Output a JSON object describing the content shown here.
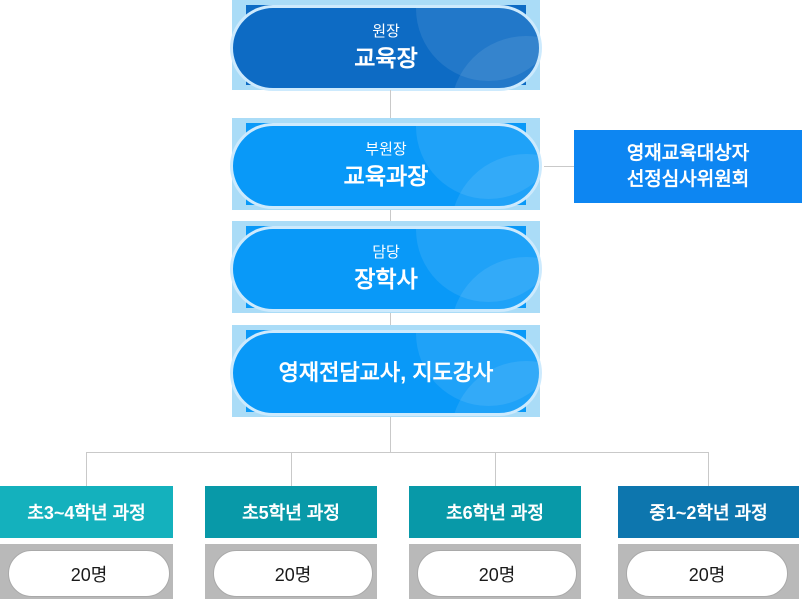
{
  "org_chart": {
    "nodes": [
      {
        "role": "원장",
        "title": "교육장",
        "color": "#0d6bc4"
      },
      {
        "role": "부원장",
        "title": "교육과장",
        "color": "#0999f8"
      },
      {
        "role": "담당",
        "title": "장학사",
        "color": "#0999f8"
      },
      {
        "role": "",
        "title": "영재전담교사, 지도강사",
        "color": "#0999f8"
      }
    ],
    "committee": {
      "line1": "영재교육대상자",
      "line2": "선정심사위원회",
      "color": "#0d86f2"
    },
    "courses": [
      {
        "name": "초3~4학년 과정",
        "capacity": "20명",
        "color": "#14b1bd"
      },
      {
        "name": "초5학년 과정",
        "capacity": "20명",
        "color": "#0899a8"
      },
      {
        "name": "초6학년 과정",
        "capacity": "20명",
        "color": "#0899a8"
      },
      {
        "name": "중1~2학년 과정",
        "capacity": "20명",
        "color": "#0d76ae"
      }
    ]
  },
  "colors": {
    "node_background_strip": "#aadcf7",
    "pill_outline": "#cdeafd",
    "connector_gray": "#c9c9c9",
    "capacity_strip_gray": "#b9b9b9"
  }
}
